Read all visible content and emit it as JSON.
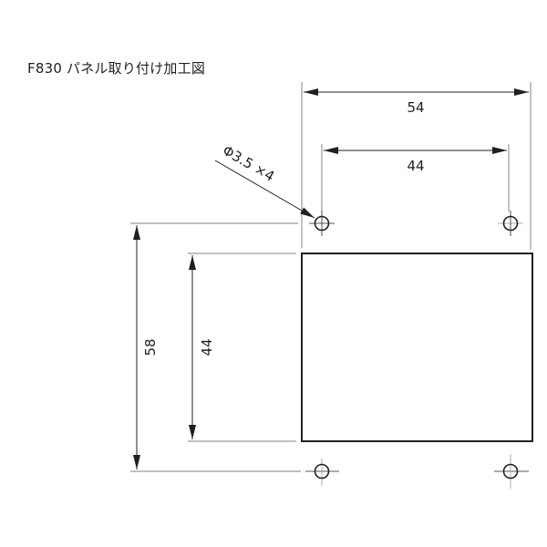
{
  "title": "F830 パネル取り付け加工図",
  "dimensions": {
    "overall_hole_width": "54",
    "inner_hole_width": "44",
    "overall_hole_height": "58",
    "inner_height": "44",
    "hole_callout": "Φ3.5 ×4"
  },
  "colors": {
    "line": "#231f20",
    "extension_line": "#9a9a9a"
  }
}
